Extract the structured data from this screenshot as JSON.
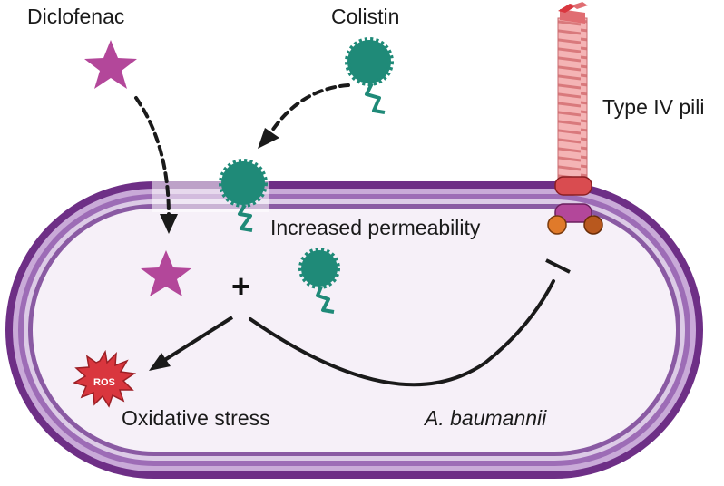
{
  "labels": {
    "diclofenac": "Diclofenac",
    "colistin": "Colistin",
    "type_iv_pili": "Type IV pili",
    "increased_permeability": "Increased permeability",
    "oxidative_stress": "Oxidative stress",
    "organism": "A. baumannii",
    "ros": "ROS",
    "plus": "+"
  },
  "colors": {
    "membrane_outer": "#6e2f86",
    "membrane_mid": "#a983be",
    "membrane_inner": "#8a5aa3",
    "cytoplasm": "#f6f0f8",
    "drug_star": "#b3479a",
    "colistin": "#1f8a78",
    "pilus": "#f2a6a8",
    "pilus_stripe": "#d9797c",
    "ros_burst": "#d9363e",
    "arrow": "#1a1a1a"
  },
  "icons": {
    "diclofenac": "star-icon",
    "colistin": "colistin-molecule-icon",
    "ros": "ros-burst-icon",
    "pilus": "type-iv-pilus-icon"
  }
}
